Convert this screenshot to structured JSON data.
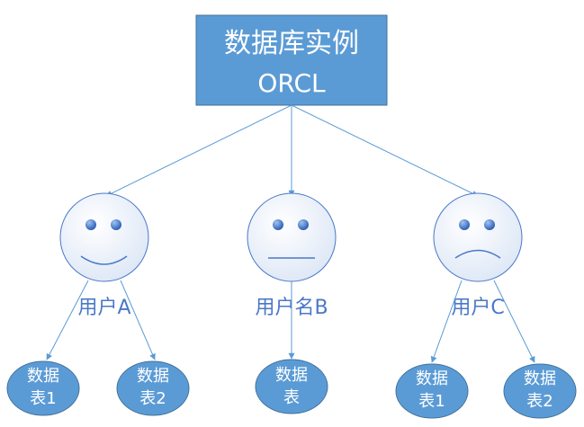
{
  "root": {
    "line1": "数据库实例",
    "line2": "ORCL"
  },
  "users": [
    {
      "label": "用户A",
      "face": "happy",
      "tables": [
        {
          "line1": "数据",
          "line2": "表1"
        },
        {
          "line1": "数据",
          "line2": "表2"
        }
      ]
    },
    {
      "label": "用户名B",
      "face": "neutral",
      "tables": [
        {
          "line1": "数据",
          "line2": "表"
        }
      ]
    },
    {
      "label": "用户C",
      "face": "sad",
      "tables": [
        {
          "line1": "数据",
          "line2": "表1"
        },
        {
          "line1": "数据",
          "line2": "表2"
        }
      ]
    }
  ],
  "colors": {
    "box_fill": "#5b9bd5",
    "box_stroke": "#41719c",
    "arrow": "#5b9bd5",
    "label_text": "#4a78c8",
    "face_fill": "#eef3fb",
    "face_stroke": "#4a78c8",
    "eye": "#4472c4"
  }
}
